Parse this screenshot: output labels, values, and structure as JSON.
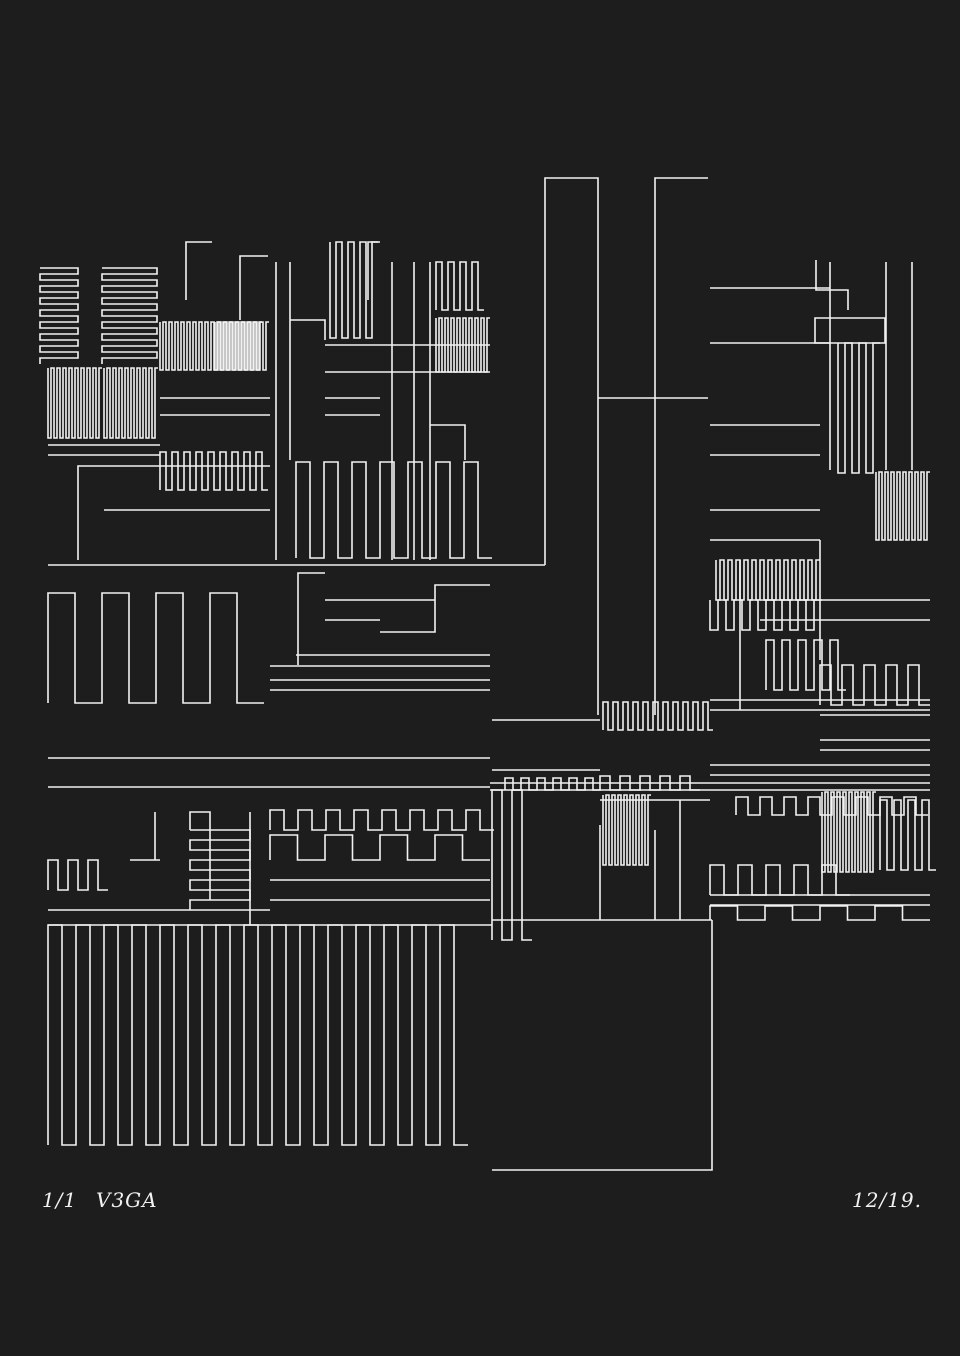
{
  "artwork": {
    "edition": "1/1",
    "signature": "V3GA",
    "date": "12/19.",
    "background_color": "#1d1d1d",
    "line_color": "#f2f2f2"
  }
}
